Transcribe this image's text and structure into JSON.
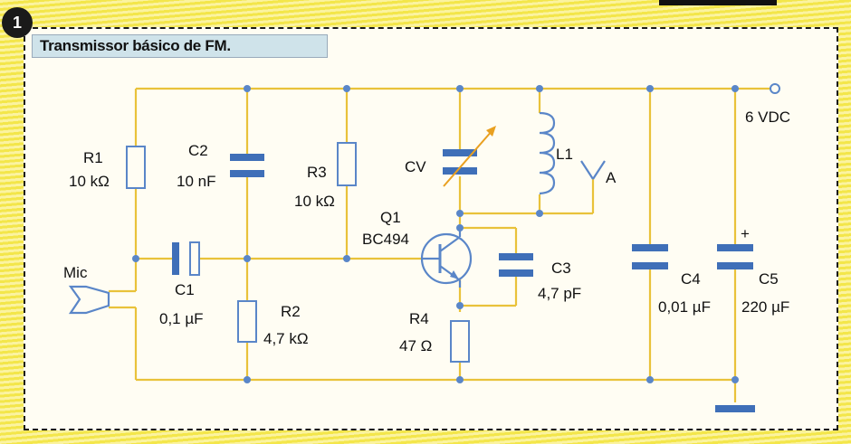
{
  "figure": {
    "number": "1",
    "title": "Transmissor básico de FM."
  },
  "labels": {
    "r1": "R1",
    "r1_value": "10 kΩ",
    "c2": "C2",
    "c2_value": "10 nF",
    "r3": "R3",
    "r3_value": "10 kΩ",
    "cv": "CV",
    "l1": "L1",
    "antenna": "A",
    "supply": "6 VDC",
    "q1": "Q1",
    "q1_value": "BC494",
    "mic": "Mic",
    "c1": "C1",
    "c1_value": "0,1 µF",
    "r2": "R2",
    "r2_value": "4,7 kΩ",
    "c3": "C3",
    "c3_value": "4,7 pF",
    "r4": "R4",
    "r4_value": "47 Ω",
    "c4": "C4",
    "c4_value": "0,01 µF",
    "c5": "C5",
    "c5_value": "220 µF",
    "polarity": "+"
  },
  "colors": {
    "wire": "#e9c23a",
    "component": "#3f6fb8",
    "node": "#5a86c8",
    "background": "#f6ec5a"
  }
}
